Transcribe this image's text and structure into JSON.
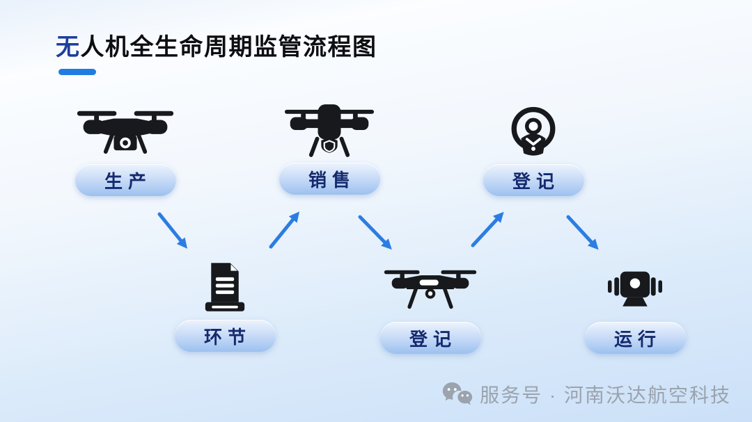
{
  "title": {
    "highlight": "无",
    "rest": "人机全生命周期监管流程图",
    "full": "无人机全生命周期监管流程图"
  },
  "colors": {
    "title_highlight": "#1d3e9e",
    "title_text": "#0c0e12",
    "accent_underline": "#1f7ce2",
    "arrow_blue": "#2b7de2",
    "pill_gradient_top": "#edf4fd",
    "pill_gradient_bottom": "#9cc1ef",
    "pill_text": "#152a6e",
    "icon_dark": "#17191d",
    "footer_gray": "#9aa3ae",
    "background_top": "#fbfdff",
    "background_bottom": "#cbe0f8"
  },
  "nodes": [
    {
      "stage": "production",
      "label": "生产",
      "icon": "quadcopter-drone-icon",
      "row": "top"
    },
    {
      "stage": "link",
      "label": "环节",
      "icon": "document-report-icon",
      "row": "bottom"
    },
    {
      "stage": "sales",
      "label": "销售",
      "icon": "vertical-body-drone-icon",
      "row": "top"
    },
    {
      "stage": "registration",
      "label": "登记",
      "icon": "wide-drone-icon",
      "row": "bottom"
    },
    {
      "stage": "registration",
      "label": "登记",
      "icon": "person-badge-icon",
      "row": "top"
    },
    {
      "stage": "operation",
      "label": "运行",
      "icon": "surveillance-camera-icon",
      "row": "bottom"
    }
  ],
  "arrows": [
    {
      "from": "生产",
      "to": "环节",
      "direction": "down-right"
    },
    {
      "from": "环节",
      "to": "销售",
      "direction": "up-right"
    },
    {
      "from": "销售",
      "to": "登记",
      "direction": "down-right"
    },
    {
      "from": "登记",
      "to": "登记",
      "direction": "up-right"
    },
    {
      "from": "登记",
      "to": "运行",
      "direction": "down-right"
    }
  ],
  "footer": {
    "icon": "wechat-icon",
    "label": "服务号 · 河南沃达航空科技"
  }
}
